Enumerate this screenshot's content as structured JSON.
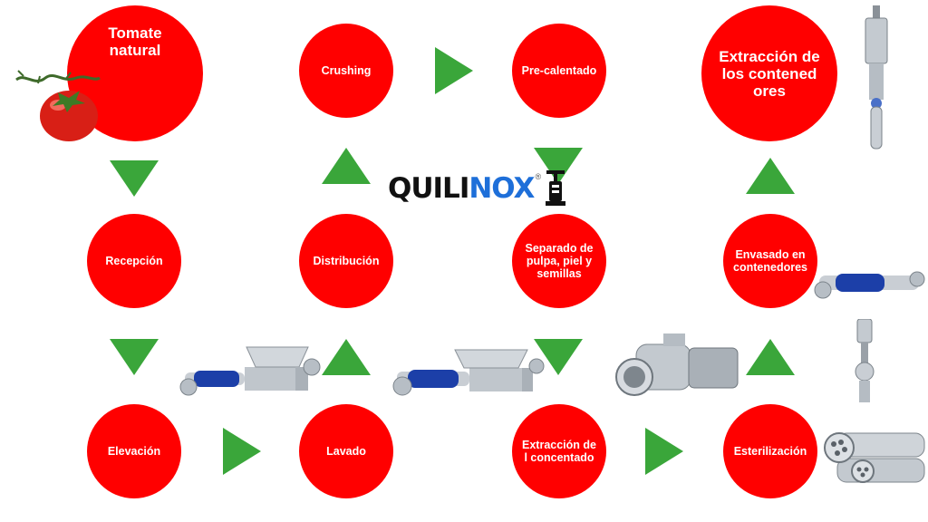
{
  "nodes": {
    "tomate": "Tomate natural",
    "recepcion": "Recepción",
    "elevacion": "Elevación",
    "lavado": "Lavado",
    "distribucion": "Distribución",
    "crushing": "Crushing",
    "precalentado": "Pre-calentado",
    "separado": "Separado de pulpa, piel y semillas",
    "extraccion_concentrado": "Extracción del concentado",
    "esterilizacion": "Esterilización",
    "envasado": "Envasado en contenedores",
    "extraccion_contenedores": "Extracción de los contenedores"
  },
  "logo": {
    "brand": "QUILINOX",
    "registered": "®"
  },
  "colors": {
    "node": "#ff0000",
    "arrow": "#3aa63a",
    "logo_accent": "#1e6fd9"
  },
  "icons": [
    "tomato-icon",
    "valve-icon",
    "progressive-cavity-pump-icon",
    "lobe-pump-icon",
    "heat-exchanger-icon",
    "aseptic-valve-icon",
    "drum-unloader-icon"
  ]
}
